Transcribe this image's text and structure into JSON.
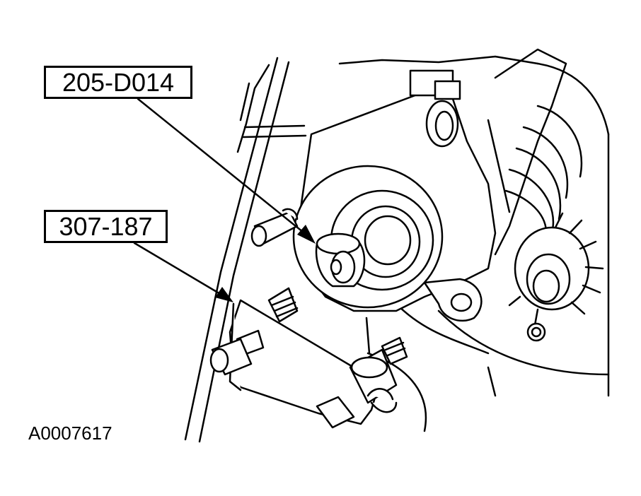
{
  "callouts": {
    "tool_1": "205-D014",
    "tool_2": "307-187"
  },
  "figure_id": "A0007617",
  "colors": {
    "line": "#000000",
    "fill": "#ffffff"
  }
}
